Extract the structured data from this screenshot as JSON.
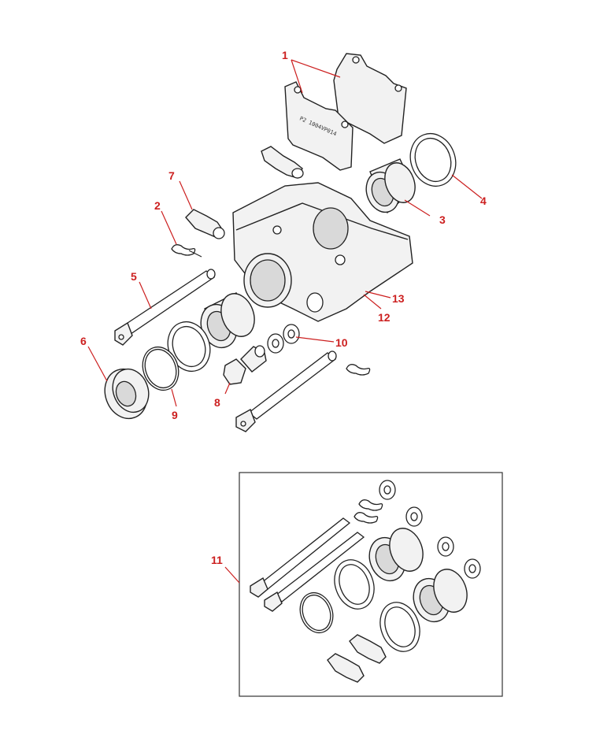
{
  "callouts": {
    "c1": "1",
    "c2": "2",
    "c3": "3",
    "c4": "4",
    "c5": "5",
    "c6": "6",
    "c7": "7",
    "c8": "8",
    "c9": "9",
    "c10": "10",
    "c11": "11",
    "c12": "12",
    "c13": "13"
  },
  "pad_marking": "P2 1004VP014",
  "colors": {
    "callout": "#cc1f1f",
    "line": "#222222",
    "fill": "#f2f2f2"
  }
}
